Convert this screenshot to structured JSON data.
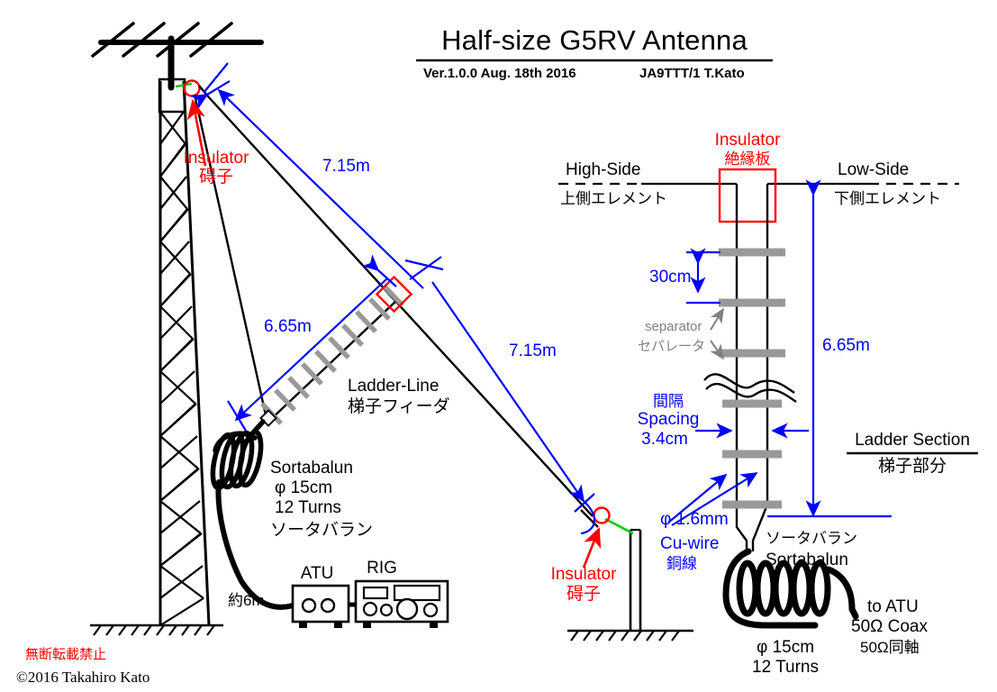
{
  "header": {
    "title": "Half-size G5RV Antenna",
    "version": "Ver.1.0.0 Aug. 18th 2016",
    "author": "JA9TTT/1 T.Kato"
  },
  "colors": {
    "dimension": "#0000ff",
    "insulator": "#ff0000",
    "separator": "#999999",
    "wire": "#000000",
    "green_link": "#00cc00",
    "gray_text": "#808080"
  },
  "left_diagram": {
    "insulator_top": {
      "label_en": "Insulator",
      "label_jp": "碍子"
    },
    "insulator_bottom": {
      "label_en": "Insulator",
      "label_jp": "碍子"
    },
    "dim_upper_element": "7.15m",
    "dim_lower_element": "7.15m",
    "dim_ladder": "6.65m",
    "ladder_line": {
      "label_en": "Ladder-Line",
      "label_jp": "梯子フィーダ"
    },
    "balun": {
      "name": "Sortabalun",
      "diameter": "φ 15cm",
      "turns": "12 Turns",
      "name_jp": "ソータバラン"
    },
    "coax_length": "約6m",
    "atu_label": "ATU",
    "rig_label": "RIG"
  },
  "right_diagram": {
    "section_title_en": "Ladder Section",
    "section_title_jp": "梯子部分",
    "insulator": {
      "label_en": "Insulator",
      "label_jp": "絶縁板"
    },
    "high_side": {
      "label_en": "High-Side",
      "label_jp": "上側エレメント"
    },
    "low_side": {
      "label_en": "Low-Side",
      "label_jp": "下側エレメント"
    },
    "separator": {
      "label_en": "separator",
      "label_jp": "セパレータ"
    },
    "dim_separator_pitch": "30cm",
    "dim_total_length": "6.65m",
    "spacing": {
      "label_jp": "間隔",
      "label_en": "Spacing",
      "value": "3.4cm"
    },
    "wire": {
      "diameter": "φ 1.6mm",
      "label_en": "Cu-wire",
      "label_jp": "銅線"
    },
    "balun": {
      "name_jp": "ソータバラン",
      "name": "Sortabalun",
      "diameter": "φ 15cm",
      "turns": "12 Turns"
    },
    "feed": {
      "to": "to ATU",
      "coax_en": "50Ω  Coax",
      "coax_jp": "50Ω同軸"
    }
  },
  "footer": {
    "notice_jp": "無断転載禁止",
    "copyright": "©2016 Takahiro Kato"
  }
}
